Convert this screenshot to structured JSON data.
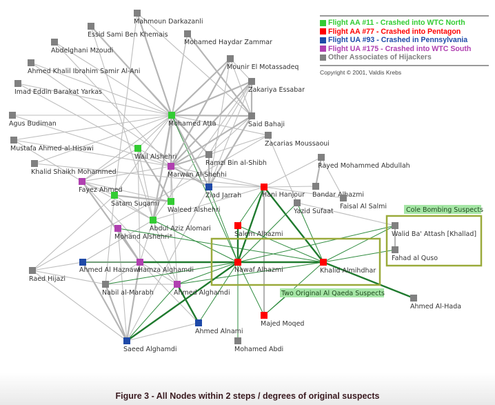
{
  "legend": {
    "items": [
      {
        "label": "Flight AA #11 - Crashed into WTC North",
        "color": "#33cc33",
        "key": "aa11"
      },
      {
        "label": "Flight AA #77 - Crashed into Pentagon",
        "color": "#ff0000",
        "key": "aa77"
      },
      {
        "label": "Flight UA #93 - Crashed in Pennsylvania",
        "color": "#1f4aa8",
        "key": "ua93"
      },
      {
        "label": "Flight UA #175 - Crashed into WTC South",
        "color": "#b040b0",
        "key": "ua175"
      },
      {
        "label": "Other Associates of Hijackers",
        "color": "#808080",
        "key": "other"
      }
    ],
    "copyright": "Copyright © 2001, Valdis Krebs"
  },
  "groups": [
    {
      "id": "cole",
      "label": "Cole Bombing Suspects",
      "color": "#9aaa3a",
      "tag_bg": "#a6e6a6"
    },
    {
      "id": "qaeda",
      "label": "Two Original Al Qaeda Suspects",
      "color": "#9aaa3a",
      "tag_bg": "#a6e6a6"
    }
  ],
  "caption": "Figure 3 - All Nodes within 2 steps / degrees of original suspects",
  "nodes": [
    {
      "id": "mahmoun",
      "label": "Mahmoun Darkazanli",
      "cat": "other"
    },
    {
      "id": "essid",
      "label": "Essid Sami Ben Khemais",
      "cat": "other"
    },
    {
      "id": "zammar",
      "label": "Mohamed Haydar Zammar",
      "cat": "other"
    },
    {
      "id": "mzoudi",
      "label": "Abdelghani Mzoudi",
      "cat": "other"
    },
    {
      "id": "alani",
      "label": "Ahmed Khalil Ibrahim Samir Al-Ani",
      "cat": "other"
    },
    {
      "id": "motassadeq",
      "label": "Mounir El Motassadeq",
      "cat": "other"
    },
    {
      "id": "yarkas",
      "label": "Imad Eddin Barakat Yarkas",
      "cat": "other"
    },
    {
      "id": "essabar",
      "label": "Zakariya Essabar",
      "cat": "other"
    },
    {
      "id": "budiman",
      "label": "Agus Budiman",
      "cat": "other"
    },
    {
      "id": "atta",
      "label": "Mohamed Atta",
      "cat": "aa11"
    },
    {
      "id": "bahaji",
      "label": "Said Bahaji",
      "cat": "other"
    },
    {
      "id": "hisawi",
      "label": "Mustafa Ahmed-al-Hisawi",
      "cat": "other"
    },
    {
      "id": "moussaoui",
      "label": "Zacarias Moussaoui",
      "cat": "other"
    },
    {
      "id": "wail",
      "label": "Wail Alshehri",
      "cat": "aa11"
    },
    {
      "id": "binalshibh",
      "label": "Ramzi Bin al-Shibh",
      "cat": "other"
    },
    {
      "id": "ksm",
      "label": "Khalid Shaikh Mohammed",
      "cat": "other"
    },
    {
      "id": "rayed",
      "label": "Rayed Mohammed Abdullah",
      "cat": "other"
    },
    {
      "id": "marwan",
      "label": "Marwan Al-Shehhi",
      "cat": "ua175"
    },
    {
      "id": "fayez",
      "label": "Fayez Ahmed",
      "cat": "ua175"
    },
    {
      "id": "jarrah",
      "label": "Ziad Jarrah",
      "cat": "ua93"
    },
    {
      "id": "hanjour",
      "label": "Hani Hanjour",
      "cat": "aa77"
    },
    {
      "id": "bandar",
      "label": "Bandar Alhazmi",
      "cat": "other"
    },
    {
      "id": "suqami",
      "label": "Satam Suqami",
      "cat": "aa11"
    },
    {
      "id": "waleed",
      "label": "Waleed Alshehri",
      "cat": "aa11"
    },
    {
      "id": "faisal",
      "label": "Faisal Al Salmi",
      "cat": "other"
    },
    {
      "id": "sufaat",
      "label": "Yazid Sufaat",
      "cat": "other"
    },
    {
      "id": "omari",
      "label": "Abdul Aziz Alomari",
      "cat": "aa11"
    },
    {
      "id": "salem",
      "label": "Salem Alhazmi",
      "cat": "aa77"
    },
    {
      "id": "mohand",
      "label": "Mohand Alshehri*",
      "cat": "ua175"
    },
    {
      "id": "walid",
      "label": "Walid Ba' Attash [Khallad]",
      "cat": "other"
    },
    {
      "id": "fahad",
      "label": "Fahad al Quso",
      "cat": "other"
    },
    {
      "id": "haznawi",
      "label": "Ahmed Al Haznawi",
      "cat": "ua93"
    },
    {
      "id": "hamza",
      "label": "Hamza Alghamdi",
      "cat": "ua175"
    },
    {
      "id": "nawaf",
      "label": "Nawaf Alhazmi",
      "cat": "aa77"
    },
    {
      "id": "khalid",
      "label": "Khalid Almihdhar",
      "cat": "aa77"
    },
    {
      "id": "hijazi",
      "label": "Raed Hijazi",
      "cat": "other"
    },
    {
      "id": "marabh",
      "label": "Nabil al-Marabh",
      "cat": "other"
    },
    {
      "id": "ahmedg",
      "label": "Ahmed Alghamdi",
      "cat": "ua175"
    },
    {
      "id": "hada",
      "label": "Ahmed Al-Hada",
      "cat": "other"
    },
    {
      "id": "moqed",
      "label": "Majed Moqed",
      "cat": "aa77"
    },
    {
      "id": "alnami",
      "label": "Ahmed Alnami",
      "cat": "ua93"
    },
    {
      "id": "saeed",
      "label": "Saeed Alghamdi",
      "cat": "ua93"
    },
    {
      "id": "abdi",
      "label": "Mohamed Abdi",
      "cat": "other"
    }
  ],
  "edges": [
    [
      "atta",
      "mahmoun",
      "g2"
    ],
    [
      "atta",
      "essid",
      "g2"
    ],
    [
      "atta",
      "mzoudi",
      "g"
    ],
    [
      "atta",
      "alani",
      "g"
    ],
    [
      "atta",
      "yarkas",
      "g"
    ],
    [
      "atta",
      "budiman",
      "g"
    ],
    [
      "atta",
      "hisawi",
      "g"
    ],
    [
      "atta",
      "ksm",
      "g"
    ],
    [
      "atta",
      "zammar",
      "g"
    ],
    [
      "atta",
      "motassadeq",
      "g2"
    ],
    [
      "atta",
      "essabar",
      "g2"
    ],
    [
      "atta",
      "bahaji",
      "g2"
    ],
    [
      "atta",
      "marwan",
      "g2"
    ],
    [
      "atta",
      "wail",
      "g"
    ],
    [
      "atta",
      "binalshibh",
      "g2"
    ],
    [
      "atta",
      "jarrah",
      "g2"
    ],
    [
      "atta",
      "omari",
      "g2"
    ],
    [
      "atta",
      "waleed",
      "g"
    ],
    [
      "atta",
      "suqami",
      "g"
    ],
    [
      "atta",
      "fayez",
      "g"
    ],
    [
      "atta",
      "nawaf",
      "gr"
    ],
    [
      "atta",
      "moussaoui",
      "g"
    ],
    [
      "mahmoun",
      "bahaji",
      "g"
    ],
    [
      "mahmoun",
      "suqami",
      "g"
    ],
    [
      "essid",
      "binalshibh",
      "g"
    ],
    [
      "essid",
      "omari",
      "g"
    ],
    [
      "zammar",
      "bahaji",
      "g2"
    ],
    [
      "zammar",
      "omari",
      "g"
    ],
    [
      "motassadeq",
      "essabar",
      "g"
    ],
    [
      "motassadeq",
      "bahaji",
      "g"
    ],
    [
      "motassadeq",
      "marwan",
      "g2"
    ],
    [
      "motassadeq",
      "jarrah",
      "g"
    ],
    [
      "essabar",
      "bahaji",
      "g2"
    ],
    [
      "essabar",
      "marwan",
      "g2"
    ],
    [
      "essabar",
      "binalshibh",
      "g"
    ],
    [
      "essabar",
      "jarrah",
      "g"
    ],
    [
      "essabar",
      "omari",
      "g"
    ],
    [
      "bahaji",
      "marwan",
      "g2"
    ],
    [
      "bahaji",
      "jarrah",
      "g2"
    ],
    [
      "bahaji",
      "binalshibh",
      "g"
    ],
    [
      "yarkas",
      "marwan",
      "g"
    ],
    [
      "budiman",
      "marwan",
      "g"
    ],
    [
      "hisawi",
      "marwan",
      "g"
    ],
    [
      "hisawi",
      "fayez",
      "g"
    ],
    [
      "ksm",
      "hanjour",
      "g"
    ],
    [
      "alani",
      "jarrah",
      "g"
    ],
    [
      "mzoudi",
      "marwan",
      "g"
    ],
    [
      "binalshibh",
      "jarrah",
      "g2"
    ],
    [
      "binalshibh",
      "moussaoui",
      "g"
    ],
    [
      "binalshibh",
      "marwan",
      "g2"
    ],
    [
      "moussaoui",
      "hijazi",
      "g"
    ],
    [
      "moussaoui",
      "sufaat",
      "g"
    ],
    [
      "wail",
      "waleed",
      "g2"
    ],
    [
      "wail",
      "omari",
      "g"
    ],
    [
      "wail",
      "fayez",
      "g"
    ],
    [
      "wail",
      "hamza",
      "g"
    ],
    [
      "marwan",
      "fayez",
      "g"
    ],
    [
      "marwan",
      "jarrah",
      "g2"
    ],
    [
      "marwan",
      "omari",
      "g2"
    ],
    [
      "marwan",
      "waleed",
      "g"
    ],
    [
      "marwan",
      "hanjour",
      "g"
    ],
    [
      "marwan",
      "ahmedg",
      "g"
    ],
    [
      "fayez",
      "suqami",
      "g"
    ],
    [
      "fayez",
      "hamza",
      "g2"
    ],
    [
      "fayez",
      "omari",
      "g"
    ],
    [
      "fayez",
      "waleed",
      "g"
    ],
    [
      "fayez",
      "ahmedg",
      "g"
    ],
    [
      "suqami",
      "waleed",
      "g2"
    ],
    [
      "suqami",
      "omari",
      "g"
    ],
    [
      "suqami",
      "marabh",
      "g"
    ],
    [
      "suqami",
      "hijazi",
      "g"
    ],
    [
      "jarrah",
      "hanjour",
      "g"
    ],
    [
      "jarrah",
      "nawaf",
      "gr"
    ],
    [
      "jarrah",
      "saeed",
      "g"
    ],
    [
      "hanjour",
      "rayed",
      "g"
    ],
    [
      "hanjour",
      "bandar",
      "g"
    ],
    [
      "hanjour",
      "faisal",
      "g"
    ],
    [
      "hanjour",
      "nawaf",
      "gr2"
    ],
    [
      "hanjour",
      "khalid",
      "gr2"
    ],
    [
      "hanjour",
      "moqed",
      "g2"
    ],
    [
      "hanjour",
      "salem",
      "gr"
    ],
    [
      "hanjour",
      "omari",
      "g"
    ],
    [
      "rayed",
      "bandar",
      "g2"
    ],
    [
      "rayed",
      "faisal",
      "g"
    ],
    [
      "sufaat",
      "nawaf",
      "gr"
    ],
    [
      "sufaat",
      "walid",
      "g"
    ],
    [
      "sufaat",
      "khalid",
      "gr"
    ],
    [
      "omari",
      "nawaf",
      "gr"
    ],
    [
      "omari",
      "haznawi",
      "g"
    ],
    [
      "omari",
      "hamza",
      "g"
    ],
    [
      "omari",
      "ahmedg",
      "g"
    ],
    [
      "salem",
      "nawaf",
      "gr2"
    ],
    [
      "salem",
      "khalid",
      "gr"
    ],
    [
      "mohand",
      "hamza",
      "g2"
    ],
    [
      "mohand",
      "khalid",
      "gr"
    ],
    [
      "mohand",
      "saeed",
      "g"
    ],
    [
      "haznawi",
      "hamza",
      "g2"
    ],
    [
      "haznawi",
      "saeed",
      "g2"
    ],
    [
      "haznawi",
      "nawaf",
      "gr"
    ],
    [
      "haznawi",
      "hijazi",
      "g"
    ],
    [
      "hamza",
      "nawaf",
      "gr2"
    ],
    [
      "hamza",
      "marabh",
      "g"
    ],
    [
      "hamza",
      "saeed",
      "g2"
    ],
    [
      "hamza",
      "ahmedg",
      "g"
    ],
    [
      "hamza",
      "alnami",
      "g"
    ],
    [
      "nawaf",
      "khalid",
      "gr2"
    ],
    [
      "nawaf",
      "walid",
      "gr"
    ],
    [
      "nawaf",
      "moqed",
      "gr"
    ],
    [
      "nawaf",
      "ahmedg",
      "gr"
    ],
    [
      "nawaf",
      "saeed",
      "gr2"
    ],
    [
      "nawaf",
      "alnami",
      "gr"
    ],
    [
      "nawaf",
      "abdi",
      "gr"
    ],
    [
      "nawaf",
      "marabh",
      "gr"
    ],
    [
      "khalid",
      "walid",
      "gr"
    ],
    [
      "khalid",
      "fahad",
      "gr"
    ],
    [
      "khalid",
      "hada",
      "gr2"
    ],
    [
      "khalid",
      "moqed",
      "gr"
    ],
    [
      "khalid",
      "ahmedg",
      "gr"
    ],
    [
      "walid",
      "fahad",
      "g2"
    ],
    [
      "hijazi",
      "marabh",
      "g"
    ],
    [
      "hijazi",
      "saeed",
      "g"
    ],
    [
      "marabh",
      "ahmedg",
      "g"
    ],
    [
      "marabh",
      "saeed",
      "g2"
    ],
    [
      "ahmedg",
      "alnami",
      "gr2"
    ],
    [
      "saeed",
      "alnami",
      "g"
    ],
    [
      "saeed",
      "ahmedg",
      "gr"
    ],
    [
      "moqed",
      "qaeda_tag",
      "gr"
    ]
  ]
}
